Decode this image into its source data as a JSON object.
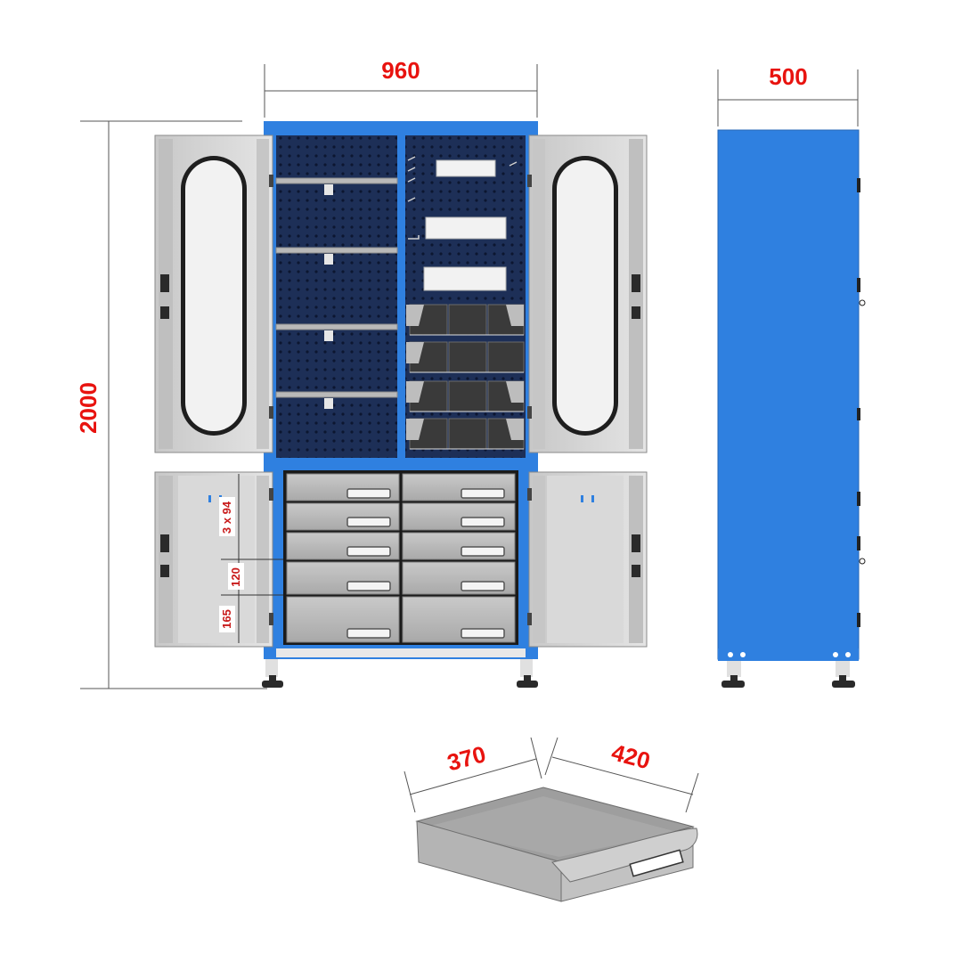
{
  "dimensions": {
    "width": "960",
    "depth": "500",
    "height": "2000",
    "drawer_front": "3 x 94",
    "drawer_mid": "120",
    "drawer_bottom": "165",
    "drawer_width": "370",
    "drawer_depth": "420"
  },
  "colors": {
    "cabinet_blue": "#2f80e0",
    "door_gray": "#d6d6d6",
    "interior_navy": "#1d2f57",
    "dimension_red": "#e8130f"
  },
  "icons": [
    "handle-icon",
    "lock-icon",
    "hinge-icon",
    "leveling-foot-icon"
  ]
}
